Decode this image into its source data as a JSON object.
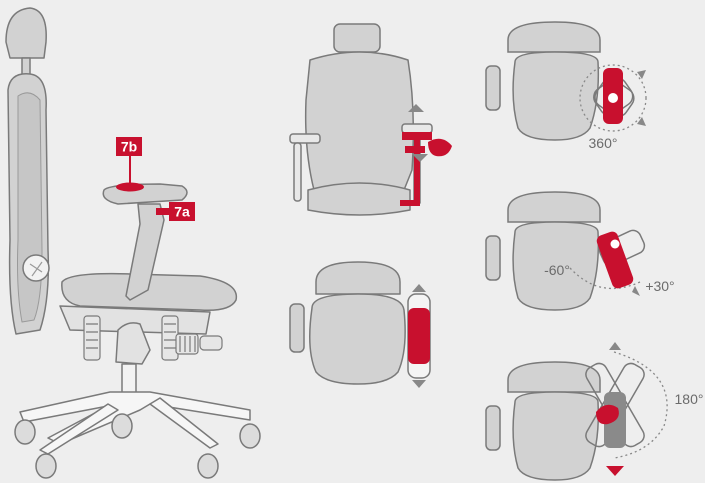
{
  "colors": {
    "background": "#eeeeee",
    "chair_fill": "#d2d2d2",
    "outline": "#7a7a7a",
    "accent": "#c8102e",
    "label_gray": "#6b6b6b"
  },
  "callouts": {
    "armrest_top": "7b",
    "armrest_height": "7a"
  },
  "angles": {
    "full_rotation": "360°",
    "swivel_left": "-60°",
    "swivel_right": "+30°",
    "flip": "180°"
  },
  "icons": [
    "hand-pointer-icon",
    "rotation-marker-icon",
    "up-arrow-icon",
    "down-arrow-icon"
  ]
}
